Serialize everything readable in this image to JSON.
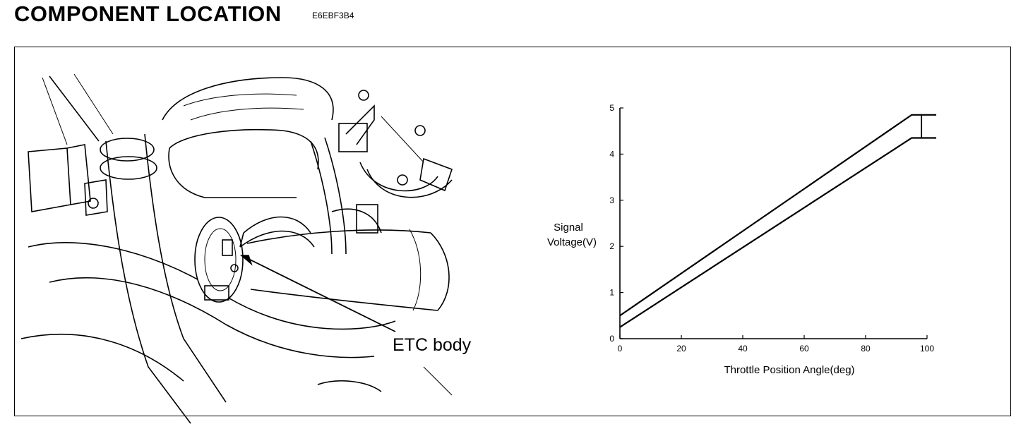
{
  "header": {
    "title": "COMPONENT LOCATION",
    "code": "E6EBF3B4"
  },
  "illustration": {
    "callout_label": "ETC body"
  },
  "chart_data": {
    "type": "line",
    "title": "",
    "xlabel": "Throttle Position Angle(deg)",
    "ylabel_line1": "Signal",
    "ylabel_line2": "Voltage(V)",
    "xlim": [
      0,
      100
    ],
    "ylim": [
      0,
      5
    ],
    "xticks": [
      "0",
      "20",
      "40",
      "60",
      "80",
      "100"
    ],
    "yticks": [
      "0",
      "1",
      "2",
      "3",
      "4",
      "5"
    ],
    "grid": false,
    "series": [
      {
        "x": [
          0,
          95,
          103
        ],
        "y": [
          0.5,
          4.85,
          4.85
        ]
      },
      {
        "x": [
          0,
          95,
          103
        ],
        "y": [
          0.25,
          4.35,
          4.35
        ]
      }
    ],
    "color": "#000000"
  }
}
